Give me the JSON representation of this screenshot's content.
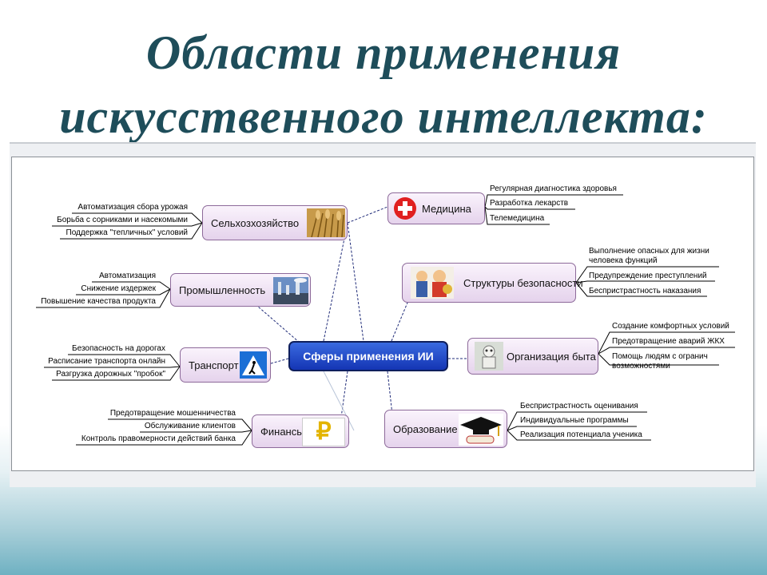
{
  "title": {
    "line1": "Области применения",
    "line2": "искусственного интеллекта:"
  },
  "diagram": {
    "center": "Сферы применения ИИ",
    "branches": {
      "agriculture": {
        "label": "Сельхозхозяйство",
        "leaves": [
          "Автоматизация сбора урожая",
          "Борьба с сорниками и насекомыми",
          "Поддержка \"тепличных\" условий"
        ]
      },
      "industry": {
        "label": "Промышленность",
        "leaves": [
          "Автоматизация",
          "Снижение издержек",
          "Повышение качества продукта"
        ]
      },
      "transport": {
        "label": "Транспорт",
        "leaves": [
          "Безопасность на дорогах",
          "Расписание транспорта онлайн",
          "Разгрузка дорожных \"пробок\""
        ]
      },
      "finance": {
        "label": "Финансы",
        "leaves": [
          "Предотвращение мошенничества",
          "Обслуживание клиентов",
          "Контроль правомерности действий банка"
        ]
      },
      "medicine": {
        "label": "Медицина",
        "leaves": [
          "Регулярная диагностика здоровья",
          "Разработка лекарств",
          "Телемедицина"
        ]
      },
      "security": {
        "label": "Структуры безопасности",
        "leaves": [
          "Выполнение опасных для жизни человека функций",
          "Предупреждение преступлений",
          "Беспристрастность наказания"
        ]
      },
      "household": {
        "label": "Организация быта",
        "leaves": [
          "Создание комфортных условий",
          "Предотвращение аварий ЖКХ",
          "Помощь людям с огранич возможностями"
        ]
      },
      "education": {
        "label": "Образование",
        "leaves": [
          "Беспристрастность оценивания",
          "Индивидуальные программы",
          "Реализация потенциала ученика"
        ]
      }
    }
  },
  "icons": {
    "finance": "ruble-icon",
    "medicine": "red-cross-icon",
    "transport": "pedestrian-crossing-icon"
  }
}
